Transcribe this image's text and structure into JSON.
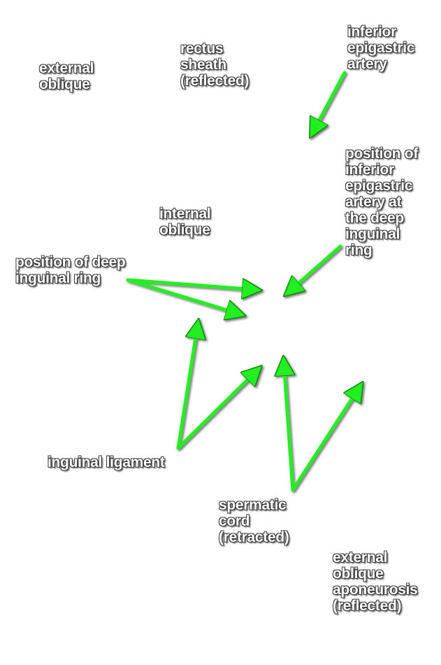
{
  "labels": {
    "external_oblique": "external\noblique",
    "rectus_sheath": "rectus\nsheath\n(reflected)",
    "inferior_epigastric_artery": "inferior\nepigastric\nartery",
    "position_inferior_epigastric": "position of\ninferior\nepigastric\nartery at\nthe deep\ninguinal\nring",
    "internal_oblique": "internal\noblique",
    "position_deep_inguinal_ring": "position of deep\ninguinal ring",
    "inguinal_ligament": "inguinal ligament",
    "spermatic_cord": "spermatic\ncord\n(retracted)",
    "external_oblique_aponeurosis": "external\noblique\naponeurosis\n(reflected)"
  },
  "colors": {
    "arrow": "#22ee22",
    "arrow_stroke": "#118811",
    "text": "#ffffff",
    "text_outline": "#3a3a3a"
  }
}
